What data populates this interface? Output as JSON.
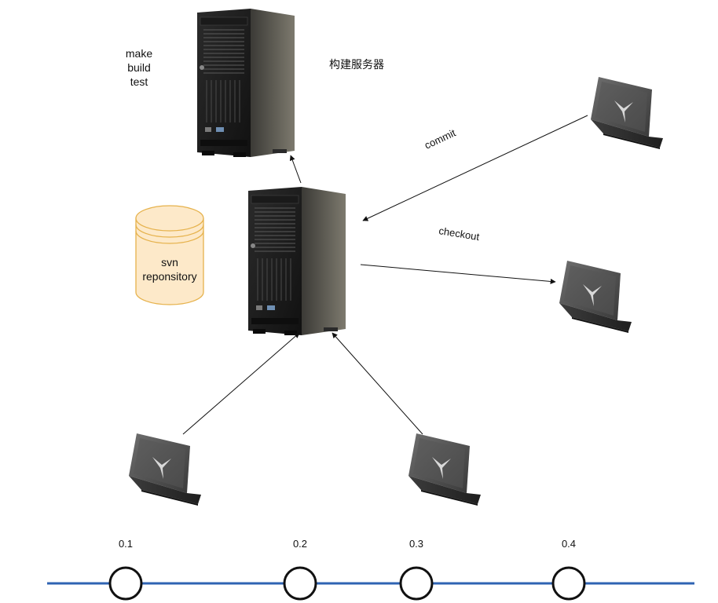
{
  "build_server": {
    "label": "构建服务器",
    "tasks": [
      "make",
      "build",
      "test"
    ]
  },
  "repository": {
    "lines": [
      "svn",
      "reponsitory"
    ],
    "fill": "#fde9c9",
    "stroke": "#e6b24c"
  },
  "edges": {
    "commit": "commit",
    "checkout": "checkout"
  },
  "timeline": {
    "color": "#2f63b3",
    "versions": [
      "0.1",
      "0.2",
      "0.3",
      "0.4"
    ]
  }
}
